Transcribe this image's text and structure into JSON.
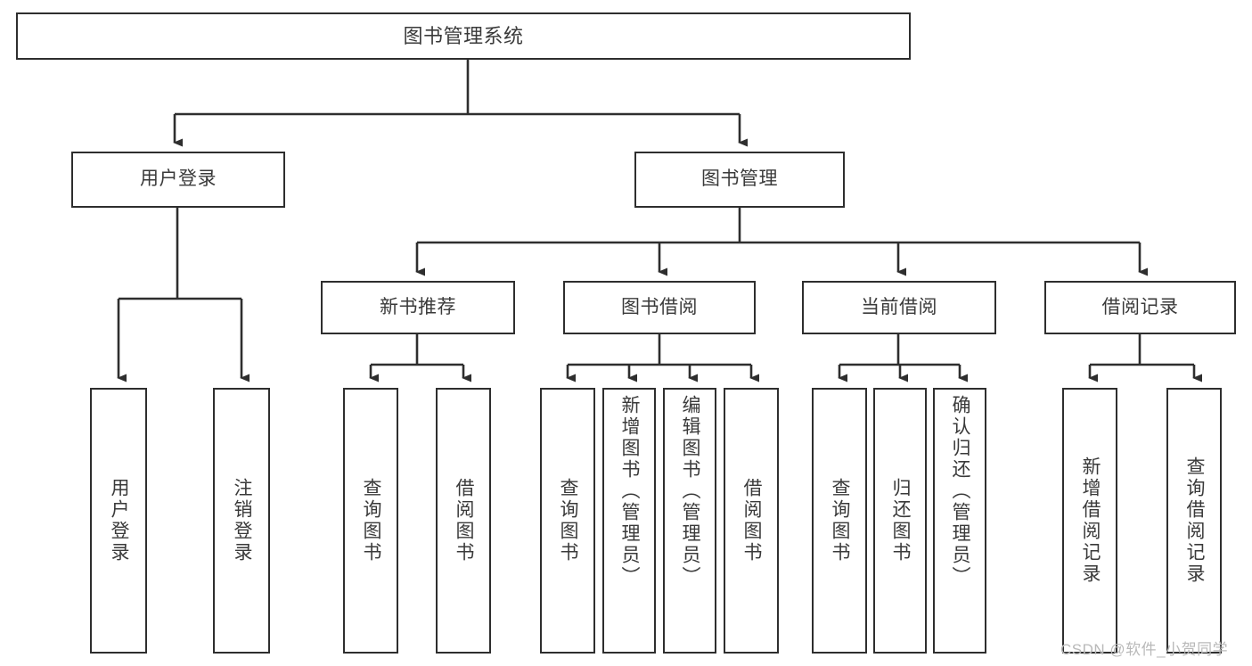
{
  "diagram": {
    "title": "图书管理系统",
    "type": "hierarchy-tree",
    "root": {
      "id": "root",
      "label": "图书管理系统"
    },
    "level1": [
      {
        "id": "user-login",
        "label": "用户登录"
      },
      {
        "id": "book-management",
        "label": "图书管理"
      }
    ],
    "level2": [
      {
        "id": "new-book-recommend",
        "label": "新书推荐",
        "parent": "book-management"
      },
      {
        "id": "book-borrow",
        "label": "图书借阅",
        "parent": "book-management"
      },
      {
        "id": "current-borrow",
        "label": "当前借阅",
        "parent": "book-management"
      },
      {
        "id": "borrow-record",
        "label": "借阅记录",
        "parent": "book-management"
      }
    ],
    "leaves": [
      {
        "id": "leaf-user-login",
        "label": "用户登录",
        "parent": "user-login"
      },
      {
        "id": "leaf-logout-login",
        "label": "注销登录",
        "parent": "user-login"
      },
      {
        "id": "leaf-query-book-1",
        "label": "查询图书",
        "parent": "new-book-recommend"
      },
      {
        "id": "leaf-borrow-book-1",
        "label": "借阅图书",
        "parent": "new-book-recommend"
      },
      {
        "id": "leaf-query-book-2",
        "label": "查询图书",
        "parent": "book-borrow"
      },
      {
        "id": "leaf-add-book",
        "label": "新增图书（管理员）",
        "parent": "book-borrow"
      },
      {
        "id": "leaf-edit-book",
        "label": "编辑图书（管理员）",
        "parent": "book-borrow"
      },
      {
        "id": "leaf-borrow-book-2",
        "label": "借阅图书",
        "parent": "book-borrow"
      },
      {
        "id": "leaf-query-book-3",
        "label": "查询图书",
        "parent": "current-borrow"
      },
      {
        "id": "leaf-return-book",
        "label": "归还图书",
        "parent": "current-borrow"
      },
      {
        "id": "leaf-confirm-return",
        "label": "确认归还（管理员）",
        "parent": "current-borrow"
      },
      {
        "id": "leaf-add-record",
        "label": "新增借阅记录",
        "parent": "borrow-record"
      },
      {
        "id": "leaf-query-record",
        "label": "查询借阅记录",
        "parent": "borrow-record"
      }
    ],
    "watermark": "CSDN @软件_小贺同学",
    "colors": {
      "stroke": "#2e2e2e",
      "text": "#3a3a3a",
      "background": "#ffffff",
      "watermark": "#b9b9b9"
    }
  }
}
